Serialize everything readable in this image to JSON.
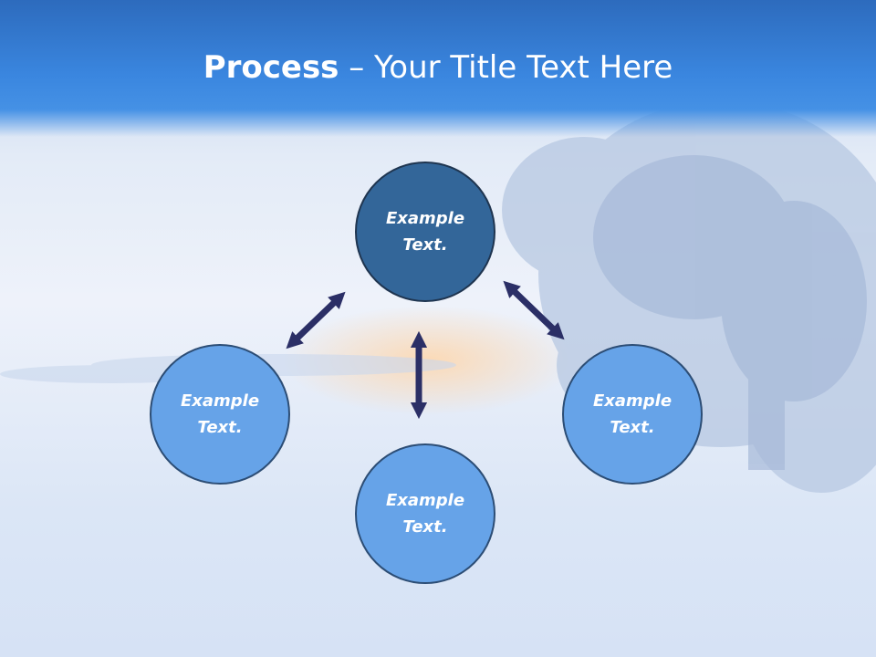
{
  "title": {
    "bold": "Process",
    "rest": " – Your Title Text Here"
  },
  "nodes": {
    "top": {
      "line1": "Example",
      "line2": "Text."
    },
    "left": {
      "line1": "Example",
      "line2": "Text."
    },
    "right": {
      "line1": "Example",
      "line2": "Text."
    },
    "bottom": {
      "line1": "Example",
      "line2": "Text."
    }
  },
  "colors": {
    "header": "#3a86df",
    "top_node": "#336699",
    "other_nodes": "#66a3e8",
    "arrows": "#2b2f66"
  }
}
